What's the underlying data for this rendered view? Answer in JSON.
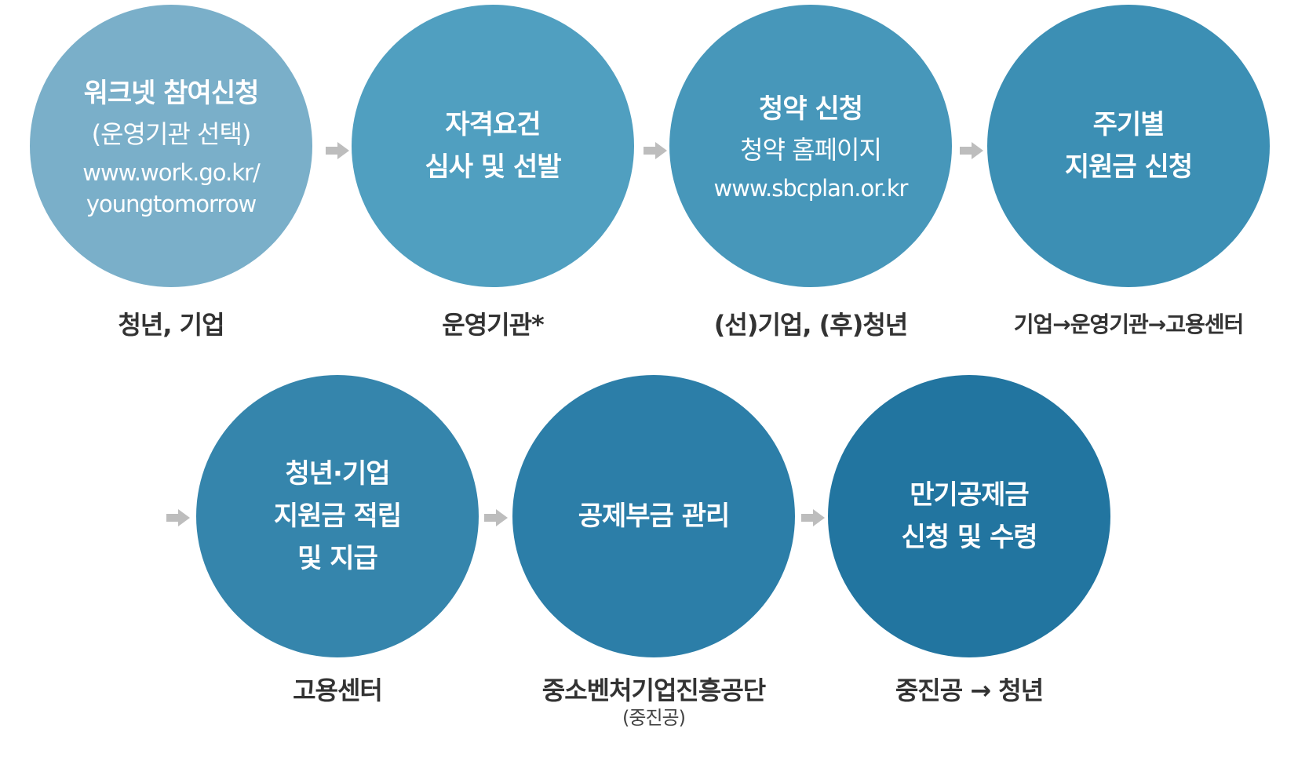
{
  "colors": {
    "step1": "#7AAFC9",
    "step2": "#509FC0",
    "step3": "#4797BA",
    "step4": "#3C8FB4",
    "step5": "#3585AC",
    "step6": "#2C7EA8",
    "step7": "#2275A0",
    "arrow": "#BDBDBD",
    "label": "#333333"
  },
  "steps": [
    {
      "title": "워크넷 참여신청",
      "sub": "(운영기관 선택)",
      "url": "www.work.go.kr/\nyoungtomorrow",
      "label": "청년, 기업",
      "note": ""
    },
    {
      "title": "자격요건\n심사 및 선발",
      "sub": "",
      "url": "",
      "label": "운영기관*",
      "note": ""
    },
    {
      "title": "청약 신청",
      "sub": "청약 홈페이지",
      "url": "www.sbcplan.or.kr",
      "label": "(선)기업, (후)청년",
      "note": ""
    },
    {
      "title": "주기별\n지원금 신청",
      "sub": "",
      "url": "",
      "label": "기업→운영기관→고용센터",
      "note": ""
    },
    {
      "title": "청년·기업\n지원금 적립\n및 지급",
      "sub": "",
      "url": "",
      "label": "고용센터",
      "note": ""
    },
    {
      "title": "공제부금 관리",
      "sub": "",
      "url": "",
      "label": "중소벤처기업진흥공단",
      "note": "(중진공)"
    },
    {
      "title": "만기공제금\n신청 및 수령",
      "sub": "",
      "url": "",
      "label": "중진공 → 청년",
      "note": ""
    }
  ]
}
